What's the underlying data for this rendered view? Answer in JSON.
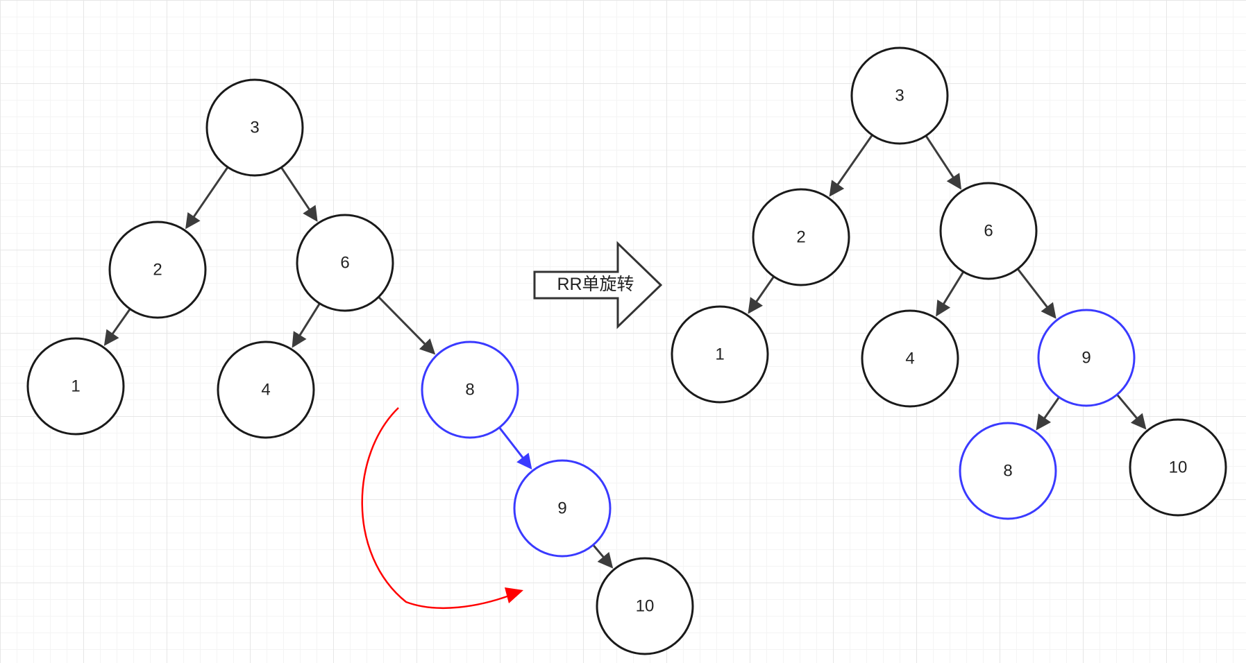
{
  "diagram": {
    "operation_label": "RR单旋转",
    "colors": {
      "node_stroke": "#1a1a1a",
      "highlight_stroke": "#3a3aff",
      "edge": "#3c3c3c",
      "rotation_arrow": "#ff0000"
    },
    "before_tree": {
      "nodes": [
        {
          "id": "b3",
          "label": "3",
          "highlight": false
        },
        {
          "id": "b2",
          "label": "2",
          "highlight": false
        },
        {
          "id": "b6",
          "label": "6",
          "highlight": false
        },
        {
          "id": "b1",
          "label": "1",
          "highlight": false
        },
        {
          "id": "b4",
          "label": "4",
          "highlight": false
        },
        {
          "id": "b8",
          "label": "8",
          "highlight": true
        },
        {
          "id": "b9",
          "label": "9",
          "highlight": true
        },
        {
          "id": "b10",
          "label": "10",
          "highlight": false
        }
      ],
      "edges": [
        {
          "from": "b3",
          "to": "b2",
          "highlight": false
        },
        {
          "from": "b3",
          "to": "b6",
          "highlight": false
        },
        {
          "from": "b2",
          "to": "b1",
          "highlight": false
        },
        {
          "from": "b6",
          "to": "b4",
          "highlight": false
        },
        {
          "from": "b6",
          "to": "b8",
          "highlight": false
        },
        {
          "from": "b8",
          "to": "b9",
          "highlight": true
        },
        {
          "from": "b9",
          "to": "b10",
          "highlight": false
        }
      ]
    },
    "after_tree": {
      "nodes": [
        {
          "id": "a3",
          "label": "3",
          "highlight": false
        },
        {
          "id": "a2",
          "label": "2",
          "highlight": false
        },
        {
          "id": "a6",
          "label": "6",
          "highlight": false
        },
        {
          "id": "a1",
          "label": "1",
          "highlight": false
        },
        {
          "id": "a4",
          "label": "4",
          "highlight": false
        },
        {
          "id": "a9",
          "label": "9",
          "highlight": true
        },
        {
          "id": "a8",
          "label": "8",
          "highlight": true
        },
        {
          "id": "a10",
          "label": "10",
          "highlight": false
        }
      ],
      "edges": [
        {
          "from": "a3",
          "to": "a2",
          "highlight": false
        },
        {
          "from": "a3",
          "to": "a6",
          "highlight": false
        },
        {
          "from": "a2",
          "to": "a1",
          "highlight": false
        },
        {
          "from": "a6",
          "to": "a4",
          "highlight": false
        },
        {
          "from": "a6",
          "to": "a9",
          "highlight": false
        },
        {
          "from": "a9",
          "to": "a8",
          "highlight": false
        },
        {
          "from": "a9",
          "to": "a10",
          "highlight": false
        }
      ]
    }
  }
}
